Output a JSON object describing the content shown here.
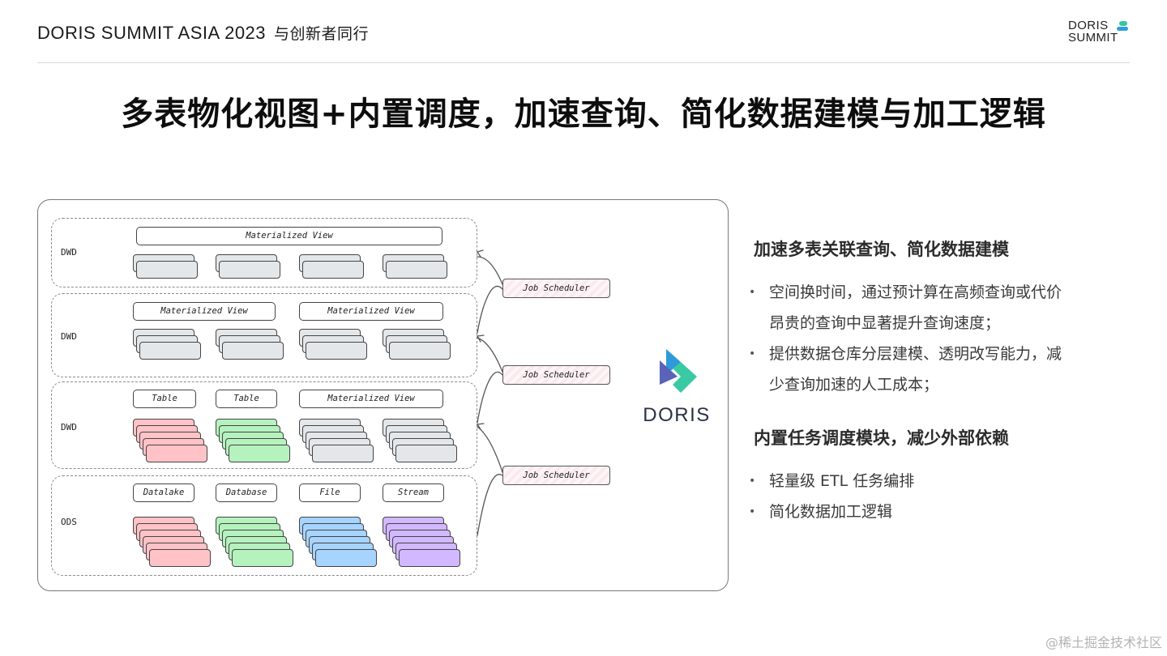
{
  "header": {
    "event": "DORIS SUMMIT ASIA 2023",
    "tagline": "与创新者同行",
    "brand_line1": "DORIS",
    "brand_line2": "SUMMIT"
  },
  "title": "多表物化视图+内置调度，加速查询、简化数据建模与加工逻辑",
  "diagram": {
    "layers": [
      {
        "label": "DWD",
        "boxes": [
          "Materialized View"
        ]
      },
      {
        "label": "DWD",
        "boxes": [
          "Materialized View",
          "Materialized View"
        ]
      },
      {
        "label": "DWD",
        "boxes": [
          "Table",
          "Table",
          "Materialized View"
        ]
      },
      {
        "label": "ODS",
        "boxes": [
          "Datalake",
          "Database",
          "File",
          "Stream"
        ]
      }
    ],
    "schedulers": [
      "Job Scheduler",
      "Job Scheduler",
      "Job Scheduler"
    ],
    "colors": {
      "gray": "#e4e7ea",
      "red": "#ffc2c7",
      "green": "#b5f2bd",
      "blue": "#a6d4ff",
      "purple": "#d2b8ff"
    }
  },
  "doris_logo": {
    "word": "DORIS"
  },
  "right": {
    "section1": {
      "title": "加速多表关联查询、简化数据建模",
      "bullets": [
        [
          "空间换时间，通过预计算在高频查询或代价",
          "昂贵的查询中显著提升查询速度；"
        ],
        [
          "提供数据仓库分层建模、透明改写能力，减",
          "少查询加速的人工成本；"
        ]
      ]
    },
    "section2": {
      "title": "内置任务调度模块，减少外部依赖",
      "bullets": [
        [
          "轻量级 ETL 任务编排"
        ],
        [
          "简化数据加工逻辑"
        ]
      ]
    }
  },
  "watermark": "@稀土掘金技术社区"
}
